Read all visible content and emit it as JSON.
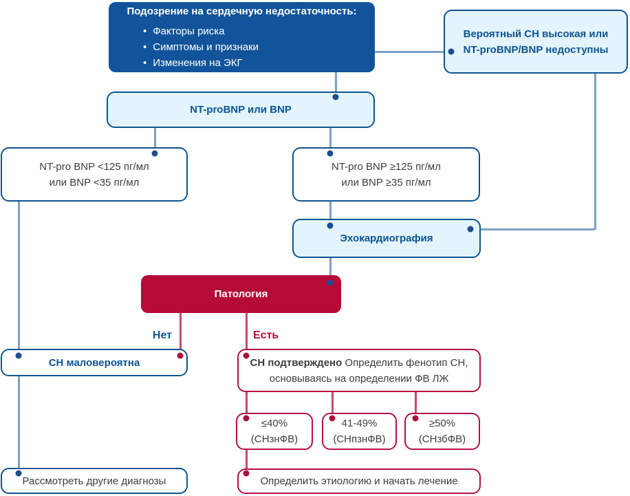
{
  "palette": {
    "dark_blue_fill": "#11549b",
    "light_blue_fill": "#e3f4fc",
    "blue_border": "#0d538f",
    "blue_text": "#0c5392",
    "blue_line": "#7ba1c5",
    "blue_dot": "#1a4e8c",
    "red_fill": "#b60a38",
    "red_border": "#b31040",
    "red_line": "#c4496b",
    "red_dot": "#aa0e3c",
    "body_text": "#3d3d3d"
  },
  "nodes": {
    "suspicion": {
      "title": "Подозрение на сердечную недостаточность:",
      "bullet_char": "•",
      "bullets": [
        "Факторы риска",
        "Симптомы и признаки",
        "Изменения на ЭКГ"
      ]
    },
    "probable": {
      "line1": "Вероятный СН высокая или",
      "line2": "NT-proBNP/BNP недоступны"
    },
    "ntprobnp": {
      "label": "NT-proBNP или BNP"
    },
    "bnp_low": {
      "line1": "NT-pro BNP <125 пг/мл",
      "line2": "или BNP <35 пг/мл"
    },
    "bnp_high": {
      "line1": "NT-pro BNP ≥125 пг/мл",
      "line2": "или BNP ≥35 пг/мл"
    },
    "echo": {
      "label": "Эхокардиография"
    },
    "pathology": {
      "label": "Патология"
    },
    "unlikely": {
      "label": "СН маловероятна"
    },
    "confirmed": {
      "bold": "СН подтверждено",
      "rest": " Определить фенотип СН,",
      "line2": "основываясь на определении ФВ ЛЖ"
    },
    "ef_le40": {
      "line1": "≤40%",
      "line2": "(СНзнФВ)"
    },
    "ef_41_49": {
      "line1": "41-49%",
      "line2": "(СНпзнФВ)"
    },
    "ef_ge50": {
      "line1": "≥50%",
      "line2": "(СНзбФВ)"
    },
    "other_dx": {
      "label": "Рассмотреть другие диагнозы"
    },
    "etiology": {
      "label": "Определить этиологию и начать лечение"
    }
  },
  "edges": {
    "no": "Нет",
    "yes": "Есть"
  }
}
